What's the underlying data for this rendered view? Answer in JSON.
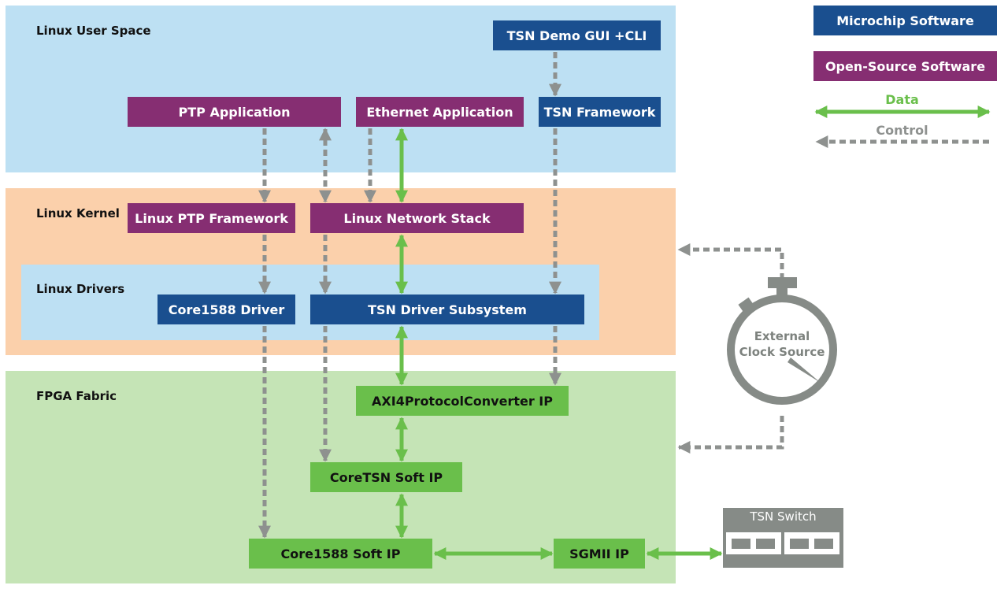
{
  "colors": {
    "user_space_bg": "#bde0f3",
    "kernel_bg": "#fbd0ab",
    "drivers_bg": "#bde0f3",
    "fpga_bg": "#c5e4b6",
    "microchip": "#1a4f8f",
    "open_source": "#862e72",
    "fpga_block": "#6abf4b",
    "data_arrow": "#6abf4b",
    "control_arrow": "#8e918f",
    "clock": "#868b87"
  },
  "layers": {
    "user_space": "Linux User Space",
    "kernel": "Linux Kernel",
    "drivers": "Linux Drivers",
    "fpga": "FPGA Fabric"
  },
  "blocks": {
    "tsn_demo": "TSN Demo GUI +CLI",
    "ptp_app": "PTP Application",
    "eth_app": "Ethernet Application",
    "tsn_framework": "TSN Framework",
    "linux_ptp": "Linux PTP Framework",
    "net_stack": "Linux Network Stack",
    "core1588_driver": "Core1588 Driver",
    "tsn_driver": "TSN Driver Subsystem",
    "axi4": "AXI4ProtocolConverter IP",
    "coretsn": "CoreTSN Soft IP",
    "core1588_ip": "Core1588 Soft IP",
    "sgmii": "SGMII IP"
  },
  "legend": {
    "microchip": "Microchip Software",
    "open_source": "Open-Source Software",
    "data": "Data",
    "control": "Control"
  },
  "clock": {
    "line1": "External",
    "line2": "Clock Source"
  },
  "switch": {
    "label": "TSN Switch"
  }
}
